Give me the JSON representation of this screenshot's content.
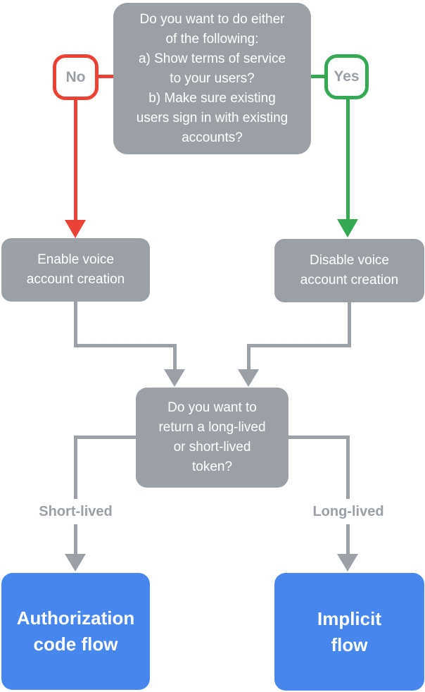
{
  "colors": {
    "node_gray": "#9AA0A6",
    "node_blue": "#4787ED",
    "no_red": "#EA4335",
    "yes_green": "#34A853",
    "text_on_node": "#FFFFFF",
    "label_gray": "#9AA0A6"
  },
  "flowchart": {
    "question1": "Do you want to do either\nof the following:\na) Show terms of service\nto your users?\nb) Make sure existing\nusers sign in with existing\naccounts?",
    "no_label": "No",
    "yes_label": "Yes",
    "enable_node": "Enable voice\naccount creation",
    "disable_node": "Disable voice\naccount creation",
    "question2": "Do you want to\nreturn a long-lived\nor short-lived\ntoken?",
    "short_lived_label": "Short-lived",
    "long_lived_label": "Long-lived",
    "authorization_node": "Authorization\ncode flow",
    "implicit_node": "Implicit\nflow"
  }
}
